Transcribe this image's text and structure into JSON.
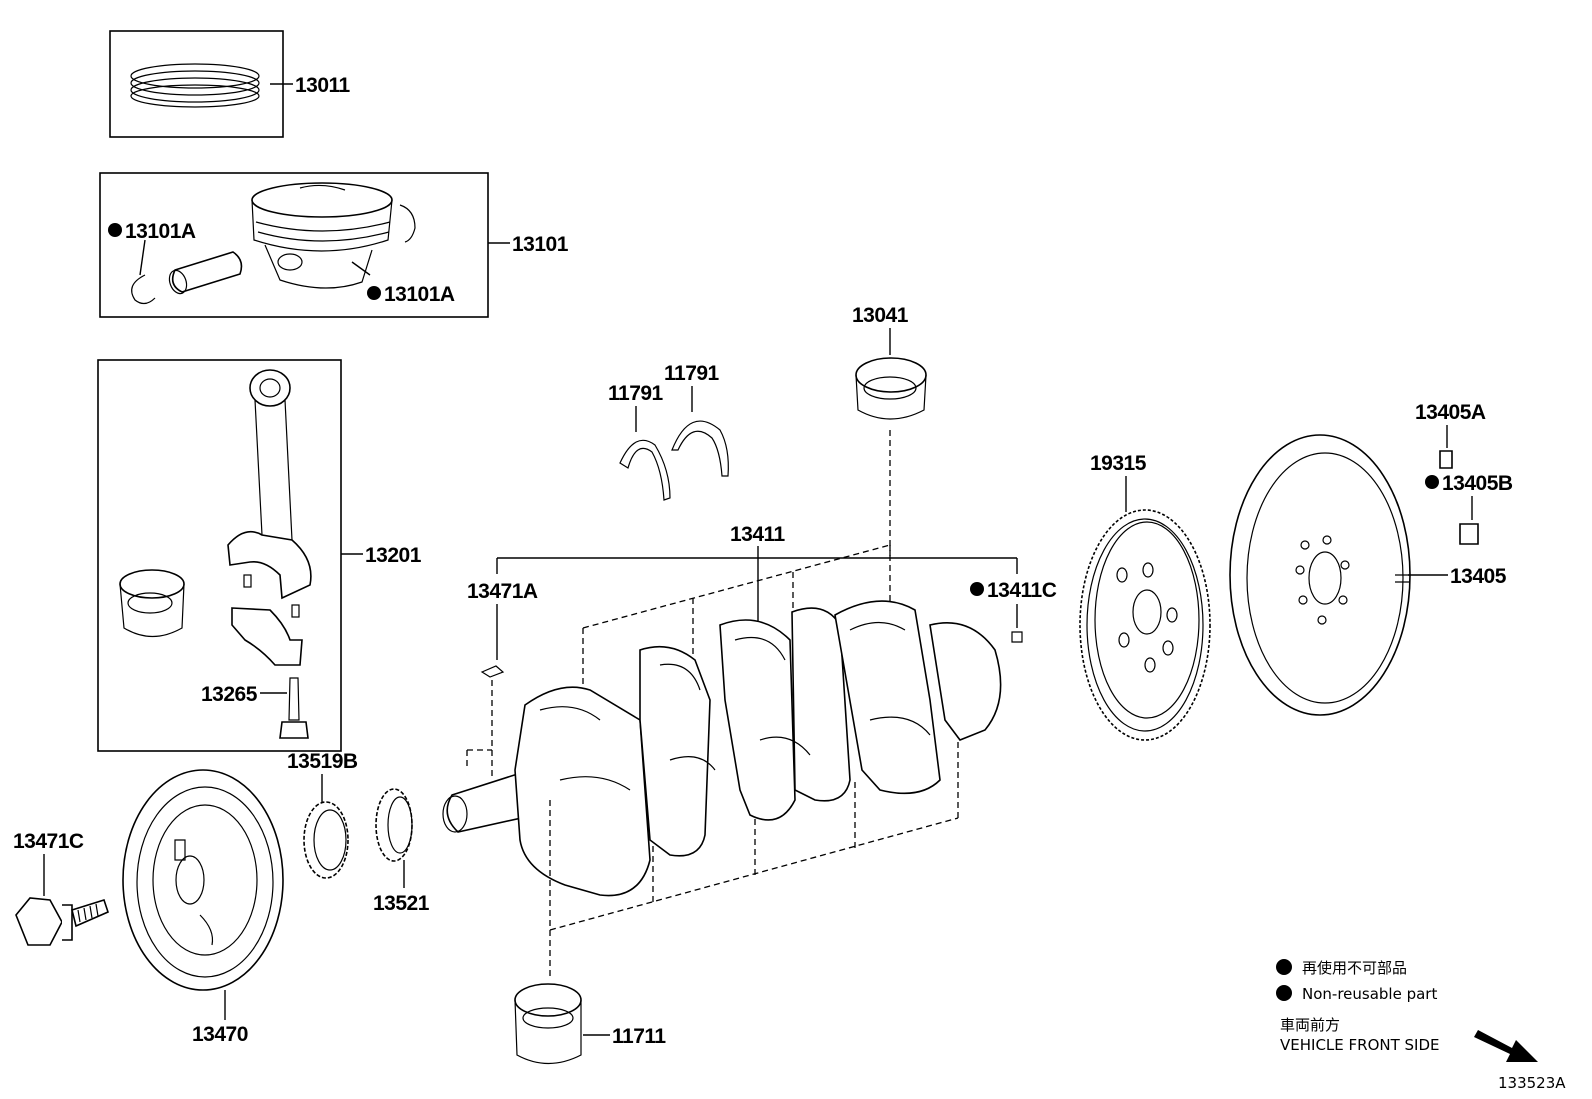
{
  "labels": {
    "p13011": "13011",
    "p13101": "13101",
    "p13101A_left": "13101A",
    "p13101A_right": "13101A",
    "p13041": "13041",
    "p11791_a": "11791",
    "p11791_b": "11791",
    "p13201": "13201",
    "p13265": "13265",
    "p13411": "13411",
    "p13471A": "13471A",
    "p13411C": "13411C",
    "p19315": "19315",
    "p13405A": "13405A",
    "p13405B": "13405B",
    "p13405": "13405",
    "p13519B": "13519B",
    "p13521": "13521",
    "p13471C": "13471C",
    "p13470": "13470",
    "p11711": "11711"
  },
  "legend": {
    "non_reusable_jp": "再使用不可部品",
    "non_reusable_en": "Non-reusable part",
    "front_jp": "車両前方",
    "front_en": "VEHICLE FRONT SIDE"
  },
  "diagram_id": "133523A"
}
